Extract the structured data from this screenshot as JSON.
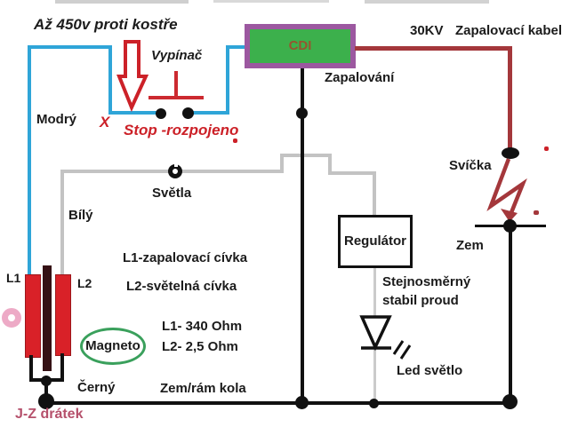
{
  "title": "Až 450v proti kostře",
  "labels": {
    "vypinac": "Vypínač",
    "modry": "Modrý",
    "x_mark": "X",
    "stop": "Stop -rozpojeno",
    "cdi": "CDI",
    "kv": "30KV",
    "kabel": "Zapalovací kabel",
    "zapalovani": "Zapalování",
    "svicka": "Svíčka",
    "zem": "Zem",
    "svetla": "Světla",
    "bily": "Bílý",
    "l1_desc": "L1-zapalovací cívka",
    "l2_desc": "L2-světelná cívka",
    "l1_ohm": "L1- 340 Ohm",
    "l2_ohm": "L2- 2,5  Ohm",
    "regulator": "Regulátor",
    "dc_line1": "Stejnosměrný",
    "dc_line2": "stabil proud",
    "led": "Led světlo",
    "magneto": "Magneto",
    "l1": "L1",
    "l2": "L2",
    "cerny": "Černý",
    "zem_ram": "Zem/rám kola",
    "jz_dratek": "J-Z drátek"
  },
  "colors": {
    "blue_wire": "#2fa5d8",
    "gray_wire": "#c3c3c3",
    "black_wire": "#111111",
    "ignition_wire_red": "#a4373b",
    "accent_red": "#cc2128",
    "cdi_fill": "#3cb04c",
    "cdi_border": "#9c58a0",
    "cdi_text": "#96552f",
    "coil_red": "#d92128",
    "coil_core": "#351114",
    "magneto_green": "#3aa05c",
    "pink_ring": "#edaac6",
    "jz_text": "#b5506b"
  }
}
